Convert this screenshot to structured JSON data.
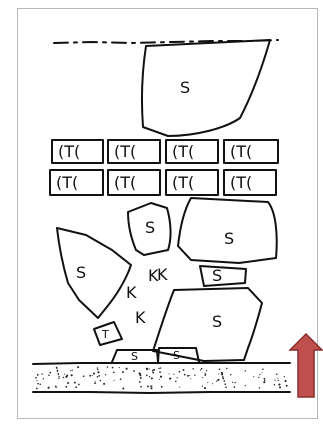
{
  "sketch": {
    "top_block_label": "S",
    "tablet_label": "(T(",
    "mid_left_label": "S",
    "mid_small_label": "S",
    "mid_right_label": "S",
    "tiny_right_label": "S",
    "bottom_large_label": "S",
    "small_tilted_label": "T",
    "bottom_small_label_1": "S",
    "bottom_small_label_2": "S",
    "k_marks": [
      "K",
      "K",
      "K",
      "K"
    ]
  },
  "arrow": {
    "direction": "up",
    "color": "#c0504d",
    "edge_color": "#8b2a2a"
  }
}
